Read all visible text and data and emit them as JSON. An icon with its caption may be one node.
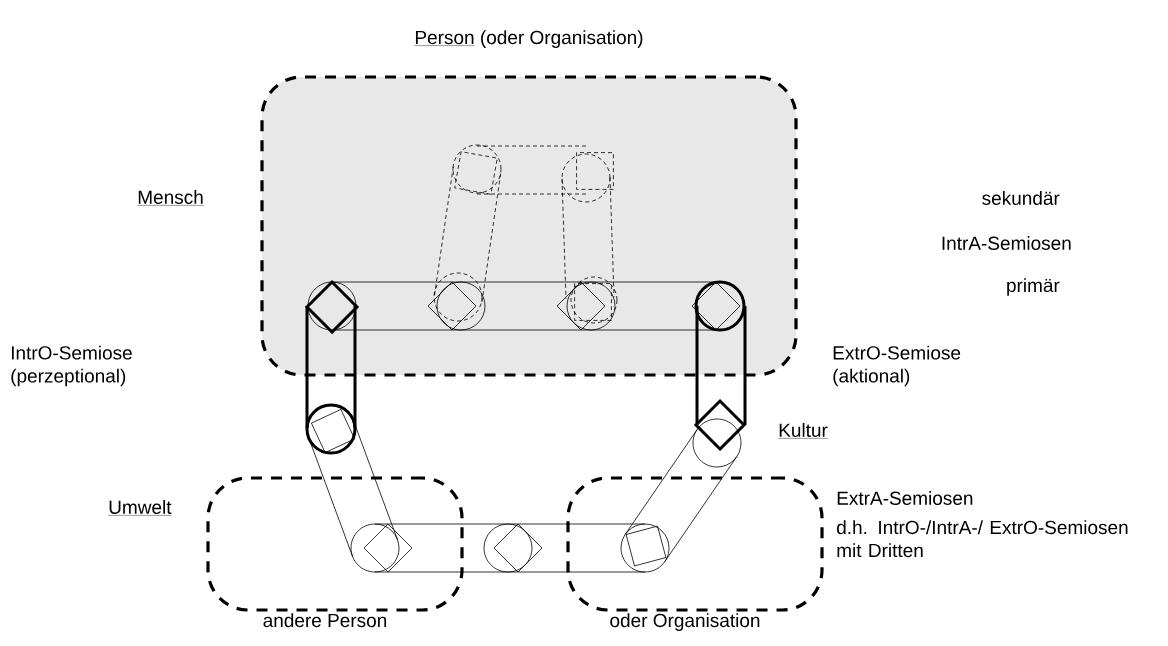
{
  "diagram": {
    "nodes": [
      {
        "text": [
          "Person",
          "(oder Organisation)"
        ]
      },
      {
        "text": [
          "andere Person"
        ]
      },
      {
        "text": [
          "oder Organisation"
        ]
      }
    ],
    "labels": [
      "Mensch",
      "sekundär",
      "IntrA-Semiosen",
      "primär",
      "IntrO-Semiose (perzeptional)",
      "ExtrO-Semiose (aktional)",
      "Kultur",
      "Umwelt",
      "ExtrA-Semiosen",
      "d.h. IntrO-/IntrA-/ ExtrO-Semiosen mit Dritten"
    ]
  }
}
